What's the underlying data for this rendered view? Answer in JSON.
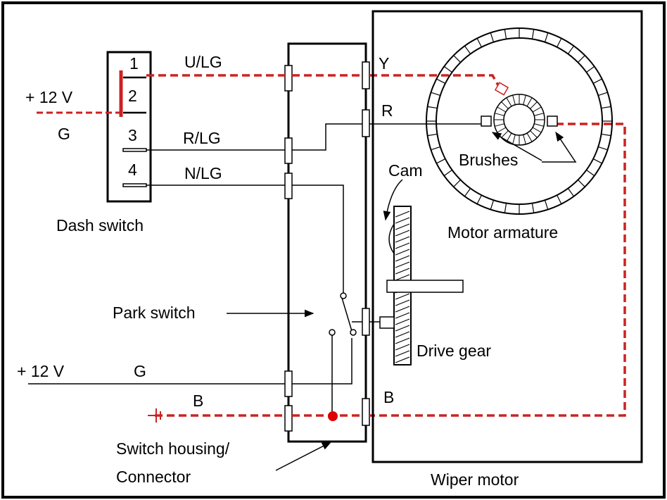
{
  "colors": {
    "wire": "#000000",
    "live_path": "#cc2222",
    "background": "#ffffff"
  },
  "dash_switch": {
    "pins": [
      "1",
      "2",
      "3",
      "4"
    ],
    "caption": "Dash switch",
    "supply_label": "+ 12 V",
    "supply_wire": "G"
  },
  "wires": {
    "u_lg": "U/LG",
    "r_lg": "R/LG",
    "n_lg": "N/LG",
    "y": "Y",
    "r": "R",
    "b_motor": "B",
    "b_ground": "B",
    "supply2_label": "+ 12 V",
    "supply2_wire": "G"
  },
  "labels": {
    "park_switch": "Park switch",
    "switch_housing_line1": "Switch housing/",
    "switch_housing_line2": "Connector",
    "wiper_motor": "Wiper motor",
    "motor_armature": "Motor armature",
    "brushes": "Brushes",
    "cam": "Cam",
    "drive_gear": "Drive gear"
  }
}
